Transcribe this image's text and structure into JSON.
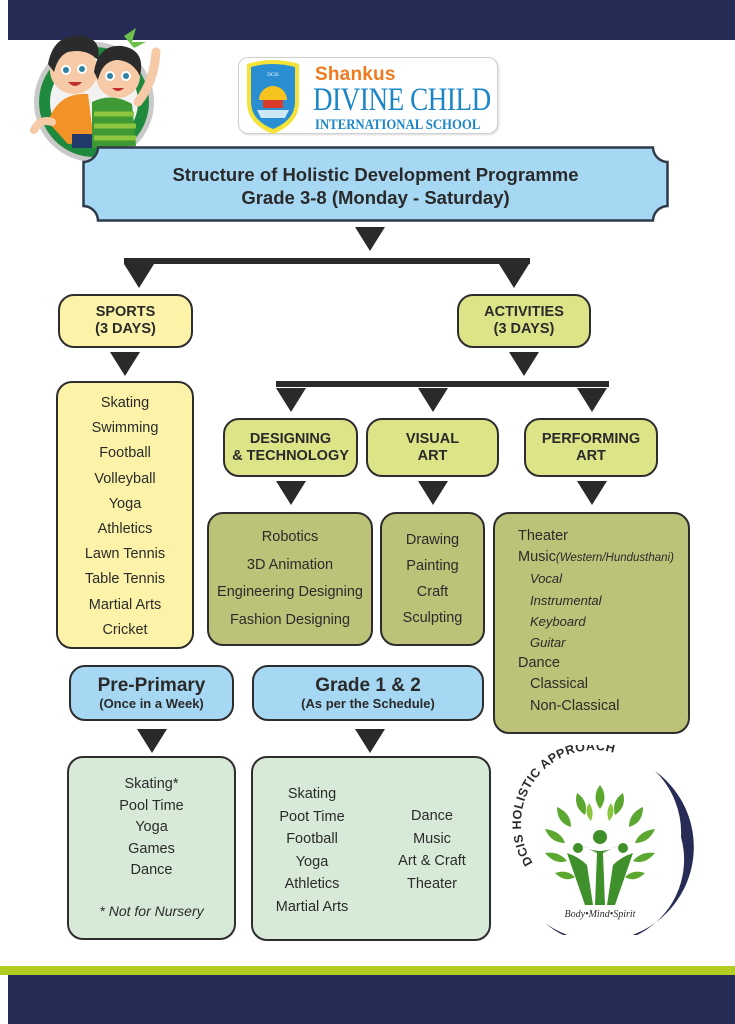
{
  "logo": {
    "brand_top": "Shankus",
    "brand_main": "DIVINE CHILD",
    "brand_sub": "INTERNATIONAL SCHOOL",
    "crest_text": "DCIS"
  },
  "banner": {
    "title": "Structure of Holistic Development Programme",
    "subtitle": "Grade 3-8 (Monday - Saturday)"
  },
  "sports": {
    "title": "SPORTS",
    "days": "(3 DAYS)",
    "items": [
      "Skating",
      "Swimming",
      "Football",
      "Volleyball",
      "Yoga",
      "Athletics",
      "Lawn Tennis",
      "Table Tennis",
      "Martial Arts",
      "Cricket"
    ]
  },
  "activities": {
    "title": "ACTIVITIES",
    "days": "(3 DAYS)",
    "designing": {
      "title_line1": "DESIGNING",
      "title_line2": "& TECHNOLOGY",
      "items": [
        "Robotics",
        "3D Animation",
        "Engineering Designing",
        "Fashion Designing"
      ]
    },
    "visual": {
      "title_line1": "VISUAL",
      "title_line2": "ART",
      "items": [
        "Drawing",
        "Painting",
        "Craft",
        "Sculpting"
      ]
    },
    "performing": {
      "title_line1": "PERFORMING",
      "title_line2": "ART",
      "theater": "Theater",
      "music": "Music",
      "music_note": "(Western/Hundusthani)",
      "music_items": [
        "Vocal",
        "Instrumental",
        "Keyboard",
        "Guitar"
      ],
      "dance": "Dance",
      "dance_items": [
        "Classical",
        "Non-Classical"
      ]
    }
  },
  "pre_primary": {
    "title": "Pre-Primary",
    "schedule": "(Once in a Week)",
    "items": [
      "Skating*",
      "Pool Time",
      "Yoga",
      "Games",
      "Dance"
    ],
    "note": "* Not for Nursery"
  },
  "grade12": {
    "title": "Grade 1 & 2",
    "schedule": "(As per the Schedule)",
    "col1": [
      "Skating",
      "Poot Time",
      "Football",
      "Yoga",
      "Athletics",
      "Martial Arts"
    ],
    "col2": [
      "Dance",
      "Music",
      "Art & Craft",
      "Theater"
    ]
  },
  "emblem": {
    "arc_text": "DCIS HOLISTIC APPROACH",
    "tagline": "Body•Mind•Spirit"
  },
  "colors": {
    "navy": "#262c55",
    "lime": "#b3cc21",
    "sky": "#a6d8f4",
    "cream": "#fcf3a8",
    "olive_light": "#dde488",
    "olive": "#bcc278",
    "mint": "#d6ead7",
    "leaf": "#5ba72f"
  }
}
